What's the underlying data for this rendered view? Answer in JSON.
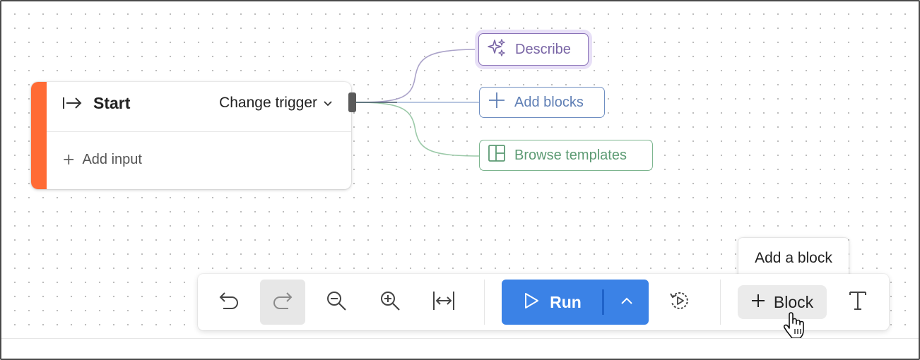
{
  "start_node": {
    "title": "Start",
    "change_trigger_label": "Change trigger",
    "add_input_label": "Add input",
    "accent_color": "#ff6b35"
  },
  "suggestions": {
    "describe_label": "Describe",
    "add_blocks_label": "Add blocks",
    "browse_templates_label": "Browse templates",
    "colors": {
      "describe": "#8a72b8",
      "add_blocks": "#6f8fc2",
      "browse_templates": "#7cb58f"
    }
  },
  "toolbar": {
    "buttons": [
      {
        "icon": "undo-icon",
        "enabled": true
      },
      {
        "icon": "redo-icon",
        "enabled": false
      },
      {
        "icon": "zoom-out-icon",
        "enabled": true
      },
      {
        "icon": "zoom-in-icon",
        "enabled": true
      },
      {
        "icon": "fit-width-icon",
        "enabled": true
      }
    ],
    "run_label": "Run",
    "run_color": "#3b82e6",
    "history_icon": "replay-icon",
    "block_label": "Block",
    "text_tool_icon": "text-icon"
  },
  "tooltip": {
    "label": "Add a block"
  }
}
